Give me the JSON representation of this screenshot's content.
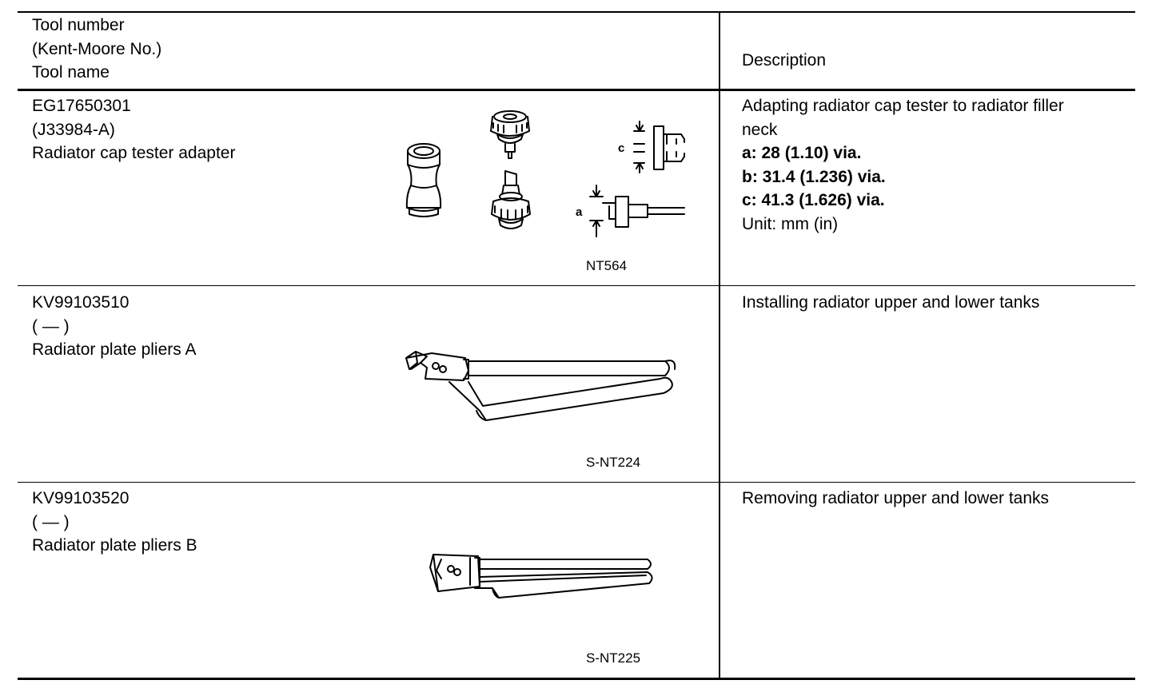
{
  "header": {
    "tool_col": [
      "Tool number",
      "(Kent-Moore No.)",
      "Tool name"
    ],
    "description": "Description"
  },
  "rows": [
    {
      "tool_number": "EG17650301",
      "kent_moore": "(J33984-A)",
      "tool_name": "Radiator cap tester adapter",
      "figure_code": "NT564",
      "figure_labels": {
        "a": "a",
        "c": "c"
      },
      "description": [
        "Adapting radiator cap tester to radiator filler",
        "neck"
      ],
      "specs": [
        "a: 28 (1.10) via.",
        "b: 31.4 (1.236) via.",
        "c: 41.3 (1.626) via."
      ],
      "unit": "Unit: mm (in)"
    },
    {
      "tool_number": "KV99103510",
      "kent_moore": "(   —   )",
      "tool_name": "Radiator plate pliers A",
      "figure_code": "S-NT224",
      "description": [
        "Installing radiator upper and lower tanks"
      ]
    },
    {
      "tool_number": "KV99103520",
      "kent_moore": "(   —   )",
      "tool_name": "Radiator plate pliers B",
      "figure_code": "S-NT225",
      "description": [
        "Removing radiator upper and lower tanks"
      ]
    }
  ]
}
